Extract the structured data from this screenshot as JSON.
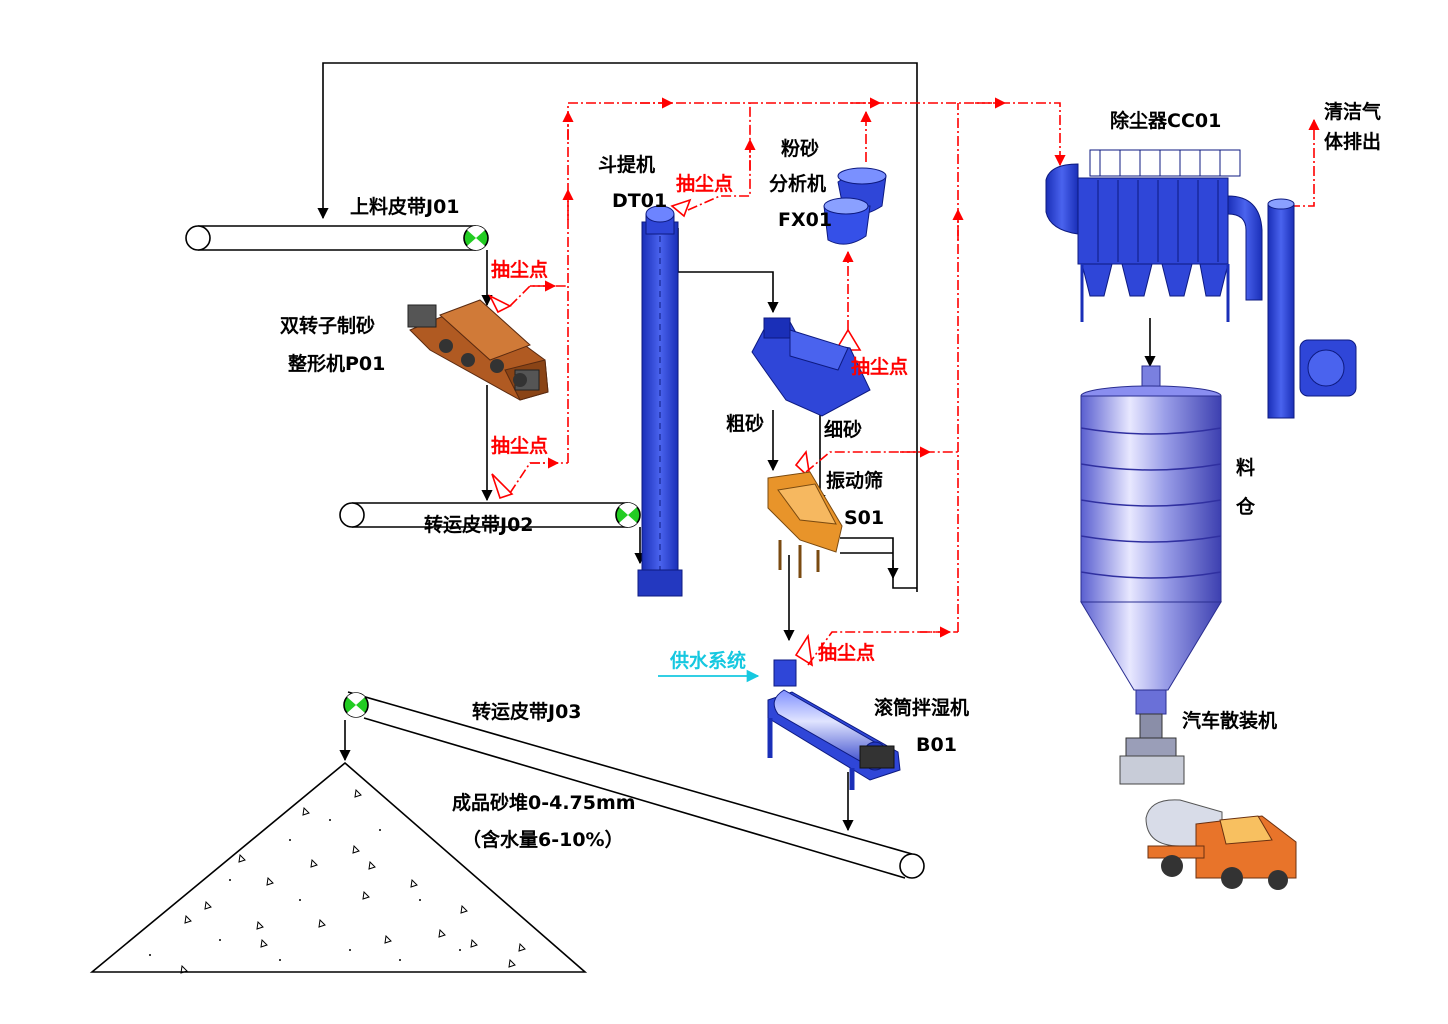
{
  "labels": {
    "j01": "上料皮带J01",
    "p01_line1": "双转子制砂",
    "p01_line2": "整形机P01",
    "j02": "转运皮带J02",
    "dt01_line1": "斗提机",
    "dt01_line2": "DT01",
    "fx01_line1": "粉砂",
    "fx01_line2": "分析机",
    "fx01_line3": "FX01",
    "coarse": "粗砂",
    "fine": "细砂",
    "s01_line1": "振动筛",
    "s01_line2": "S01",
    "water": "供水系统",
    "b01_line1": "滚筒拌湿机",
    "b01_line2": "B01",
    "j03": "转运皮带J03",
    "pile_line1": "成品砂堆0-4.75mm",
    "pile_line2": "（含水量6-10%）",
    "cc01": "除尘器CC01",
    "exhaust_line1": "清洁气",
    "exhaust_line2": "体排出",
    "silo_line1": "料",
    "silo_line2": "仓",
    "truck_loader": "汽车散装机"
  },
  "dust_points": {
    "p1": "抽尘点",
    "p2": "抽尘点",
    "p3": "抽尘点",
    "p4": "抽尘点",
    "p5": "抽尘点"
  },
  "colors": {
    "dust_line": "#ff0000",
    "water_line": "#16c8e0",
    "equipment_blue": "#2f46d8",
    "equipment_orange": "#e8942a",
    "crusher_brown": "#b05a22",
    "pulley_green": "#22cc22"
  }
}
